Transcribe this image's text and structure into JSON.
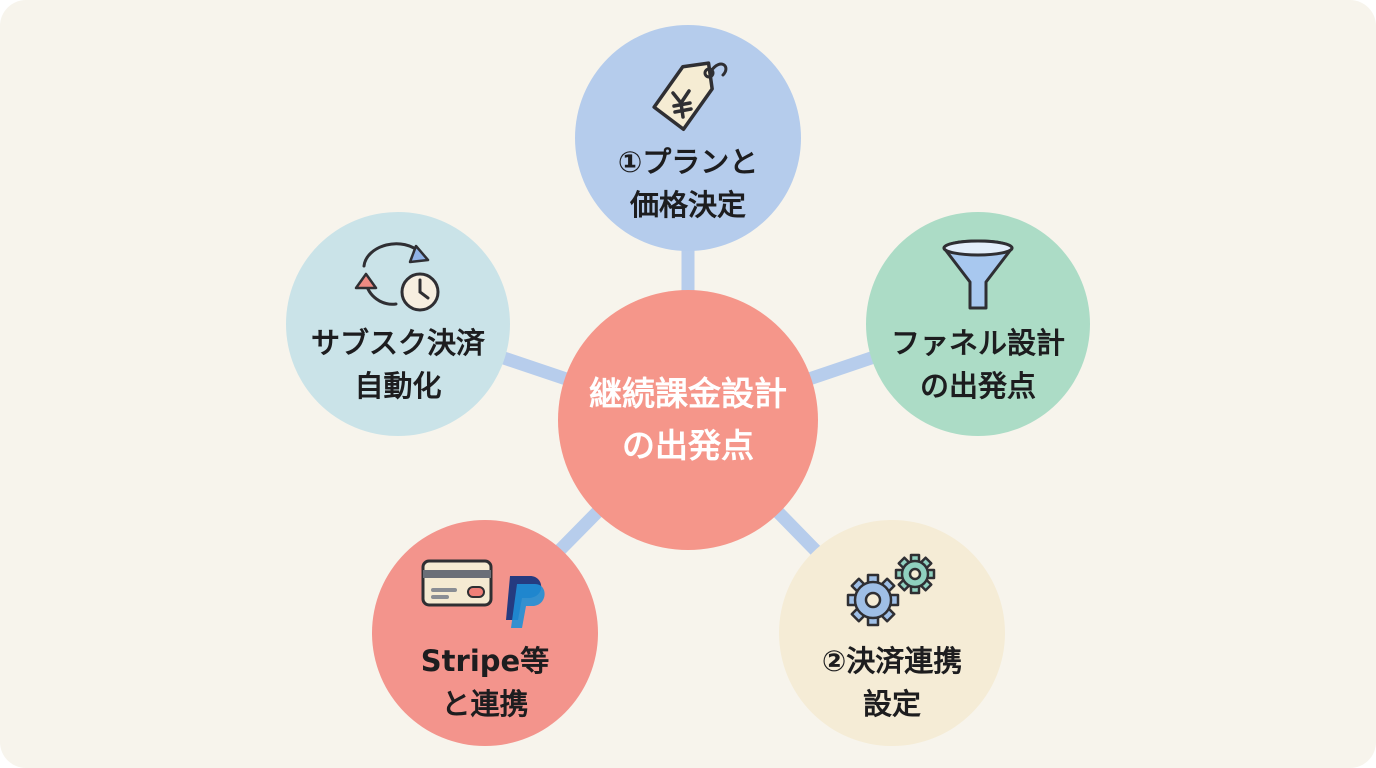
{
  "center": {
    "line1": "継続課金設計",
    "line2": "の出発点"
  },
  "nodes": {
    "plan": {
      "line1": "①プランと",
      "line2": "価格決定",
      "icon": "yen-price-tag-icon"
    },
    "funnel": {
      "line1": "ファネル設計",
      "line2": "の出発点",
      "icon": "funnel-icon"
    },
    "payment": {
      "line1": "②決済連携",
      "line2": "設定",
      "icon": "gears-icon"
    },
    "stripe": {
      "line1": "Stripe等",
      "line2": "と連携",
      "icon": "credit-card-paypal-icon"
    },
    "subs": {
      "line1": "サブスク決済",
      "line2": "自動化",
      "icon": "recurring-clock-icon"
    }
  },
  "colors": {
    "background": "#f7f4ec",
    "connector": "#b7cdec",
    "center": "#f5968a",
    "plan": "#b5ccec",
    "funnel": "#acdcc6",
    "payment": "#f5ecd6",
    "stripe": "#f3948c",
    "subs": "#cae3e8"
  }
}
